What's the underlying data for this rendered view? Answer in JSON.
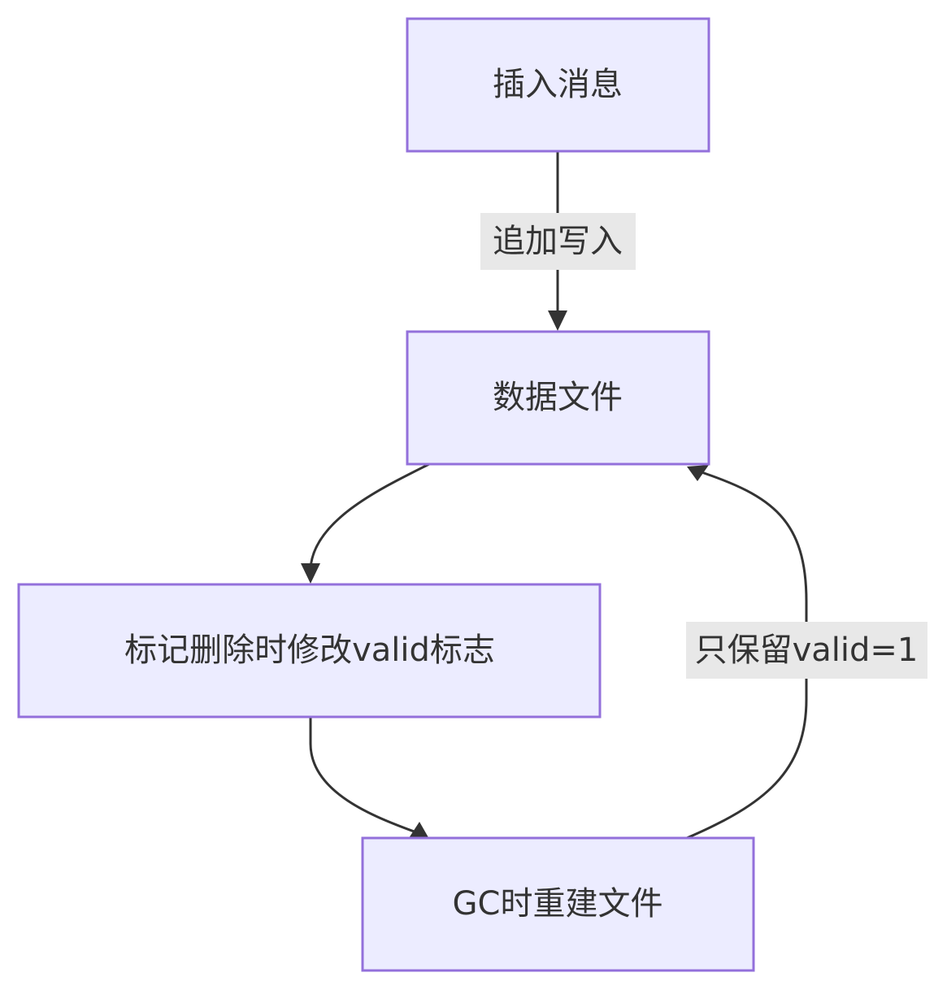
{
  "nodes": {
    "insert": {
      "label": "插入消息"
    },
    "datafile": {
      "label": "数据文件"
    },
    "mark_delete": {
      "label": "标记删除时修改valid标志"
    },
    "gc_rebuild": {
      "label": "GC时重建文件"
    }
  },
  "edges": {
    "insert_to_datafile": {
      "label": "追加写入"
    },
    "datafile_to_mark": {
      "label": ""
    },
    "mark_to_gc": {
      "label": ""
    },
    "gc_to_datafile": {
      "label": "只保留valid=1"
    }
  },
  "colors": {
    "node_fill": "#ECECFF",
    "node_stroke": "#9370DB",
    "edge_stroke": "#333333",
    "label_bg": "#E8E8E8",
    "text": "#333333"
  }
}
